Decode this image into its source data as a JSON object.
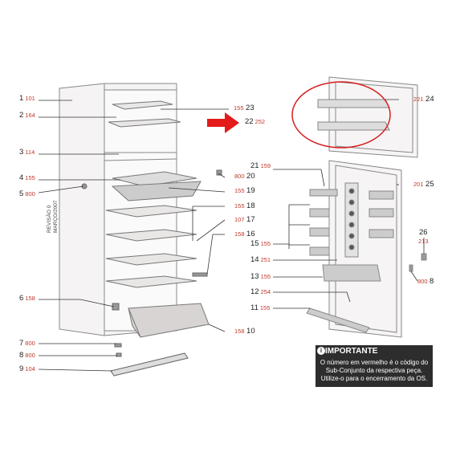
{
  "revision": [
    "REVISÃO 0",
    "MARÇO/2007"
  ],
  "callouts": [
    {
      "num": "1",
      "code": "101"
    },
    {
      "num": "2",
      "code": "164"
    },
    {
      "num": "3",
      "code": "114"
    },
    {
      "num": "4",
      "code": "155"
    },
    {
      "num": "5",
      "code": "800"
    },
    {
      "num": "6",
      "code": "158"
    },
    {
      "num": "7",
      "code": "800"
    },
    {
      "num": "8",
      "code": "800"
    },
    {
      "num": "9",
      "code": "104"
    },
    {
      "num": "23",
      "code": "155"
    },
    {
      "num": "22",
      "code": "252"
    },
    {
      "num": "20",
      "code": "800"
    },
    {
      "num": "19",
      "code": "155"
    },
    {
      "num": "18",
      "code": "155"
    },
    {
      "num": "17",
      "code": "107"
    },
    {
      "num": "16",
      "code": "158"
    },
    {
      "num": "10",
      "code": "158"
    },
    {
      "num": "24",
      "code": "221"
    },
    {
      "num": "21",
      "code": "159"
    },
    {
      "num": "25",
      "code": "201"
    },
    {
      "num": "15",
      "code": "155"
    },
    {
      "num": "14",
      "code": "251"
    },
    {
      "num": "13",
      "code": "155"
    },
    {
      "num": "12",
      "code": "254"
    },
    {
      "num": "11",
      "code": "155"
    },
    {
      "num": "26",
      "code": "213"
    },
    {
      "num": "8",
      "code": "800"
    }
  ],
  "notice": {
    "title": "IMPORTANTE",
    "icon": "info-icon",
    "lines": [
      "O número em vermelho é o código do",
      "Sub-Conjunto da respectiva peça.",
      "Utilize-o para o encerramento da OS."
    ]
  },
  "colors": {
    "code": "#c0392b",
    "highlight": "#d62020",
    "line": "#333333",
    "notice_bg": "#2d2d2d"
  }
}
